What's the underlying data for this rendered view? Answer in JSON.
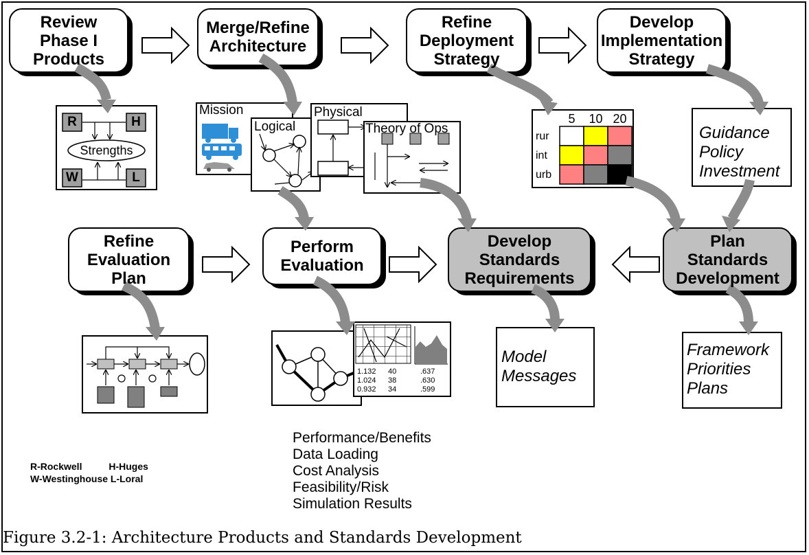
{
  "processes": {
    "review": "Review\nPhase I\nProducts",
    "merge": "Merge/Refine\nArchitecture",
    "deploy": "Refine\nDeployment\nStrategy",
    "implement": "Develop\nImplementation\nStrategy",
    "refine_eval": "Refine\nEvaluation\nPlan",
    "perform_eval": "Perform\nEvaluation",
    "standards_req": "Develop\nStandards\nRequirements",
    "plan_standards": "Plan\nStandards\nDevelopment"
  },
  "swot": {
    "r": "R",
    "h": "H",
    "w": "W",
    "l": "L",
    "center": "Strengths"
  },
  "arch": {
    "mission": "Mission",
    "logical": "Logical",
    "physical": "Physical",
    "theory": "Theory of Ops"
  },
  "matrix": {
    "cols": [
      "5",
      "10",
      "20"
    ],
    "rows": [
      "rur",
      "int",
      "urb"
    ],
    "cells": [
      [
        "#ffffff",
        "#ffff00",
        "#ff8080"
      ],
      [
        "#ffff00",
        "#ff8080",
        "#808080"
      ],
      [
        "#ff8080",
        "#808080",
        "#000000"
      ]
    ]
  },
  "guidance": "Guidance\nPolicy\nInvestment",
  "model_messages": "Model\nMessages",
  "framework": "Framework\nPriorities\nPlans",
  "eval_table": {
    "rows": [
      [
        "1.132",
        "40",
        ".637"
      ],
      [
        "1.024",
        "38",
        ".630"
      ],
      [
        "0.932",
        "34",
        ".599"
      ]
    ]
  },
  "eval_list": [
    "Performance/Benefits",
    "Data Loading",
    "Cost Analysis",
    "Feasibility/Risk",
    "Simulation Results"
  ],
  "legend": {
    "line1": "R-Rockwell          H-Huges",
    "line2": "W-Westinghouse L-Loral"
  },
  "caption": "Figure 3.2-1: Architecture Products and Standards Development",
  "colors": {
    "curved_arrow": "#8c8c8c",
    "shaded_box": "#c0c0c0",
    "gray_square": "#a0a0a0"
  }
}
